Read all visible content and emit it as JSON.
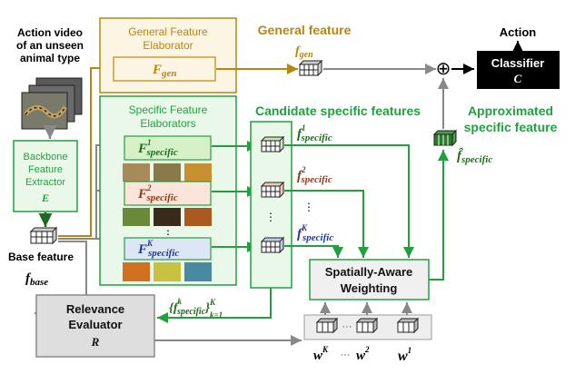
{
  "labels": {
    "input_line1": "Action video",
    "input_line2": "of an unseen",
    "input_line3": "animal type",
    "backbone_line1": "Backbone",
    "backbone_line2": "Feature",
    "backbone_line3": "Extractor",
    "backbone_symbol": "E",
    "base_feature": "Base feature",
    "base_symbol": "f",
    "base_sub": "base",
    "general_elab_line1": "General Feature",
    "general_elab_line2": "Elaborator",
    "general_elab_symbol": "F",
    "general_elab_sub": "gen",
    "general_feature_title": "General feature",
    "general_feature_symbol": "f",
    "general_feature_sub": "gen",
    "specific_elab_line1": "Specific Feature",
    "specific_elab_line2": "Elaborators",
    "specific_symbol": "F",
    "specific_sub": "specific",
    "sup1": "1",
    "sup2": "2",
    "supK": "K",
    "candidate_title": "Candidate specific features",
    "cand_symbol": "f",
    "cand_sub": "specific",
    "vdots": "⋮",
    "weighting_line1": "Spatially-Aware",
    "weighting_line2": "Weighting",
    "relevance_line1": "Relevance",
    "relevance_line2": "Evaluator",
    "relevance_symbol": "R",
    "set_left": "{",
    "set_f": "f",
    "set_supk": "k",
    "set_sub": "specific",
    "set_right": "}",
    "set_upper": "K",
    "set_lower": "k=1",
    "w_symbol": "w",
    "w_dots": "···",
    "wK_sup": "K",
    "w2_sup": "2",
    "w1_sup": "1",
    "approx_line1": "Approximated",
    "approx_line2": "specific feature",
    "approx_symbol": "f̂",
    "approx_sub": "specific",
    "action": "Action",
    "classifier_line1": "Classifier",
    "classifier_symbol": "C",
    "plus": "⊕"
  },
  "colors": {
    "gold": "#b8860b",
    "gold_fill": "#fdf5e4",
    "green": "#22a040",
    "green_fill": "#eaf8ea",
    "dark_green": "#1e6b1e",
    "brown": "#8b3a1a",
    "navy": "#1f3a93",
    "gray": "#888888",
    "gray_fill": "#dedede"
  }
}
